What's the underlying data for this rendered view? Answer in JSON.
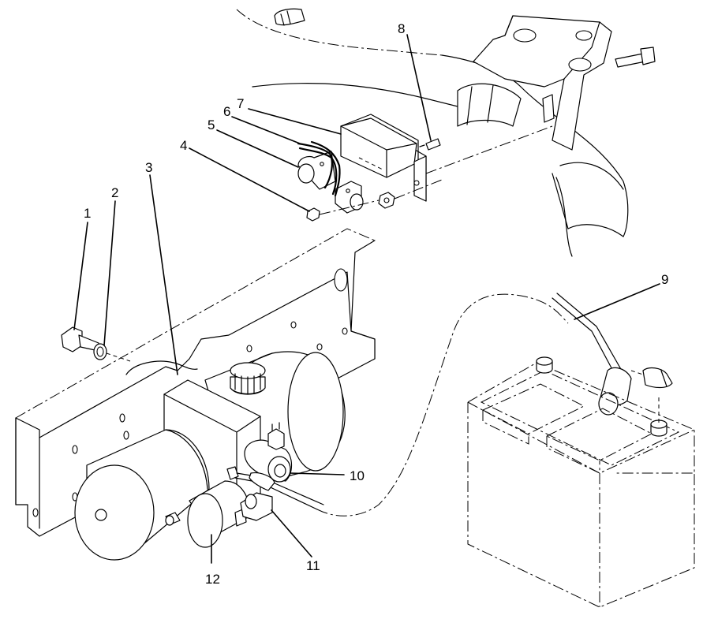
{
  "callouts": [
    {
      "id": "1",
      "label": "1"
    },
    {
      "id": "2",
      "label": "2"
    },
    {
      "id": "3",
      "label": "3"
    },
    {
      "id": "4",
      "label": "4"
    },
    {
      "id": "5",
      "label": "5"
    },
    {
      "id": "6",
      "label": "6"
    },
    {
      "id": "7",
      "label": "7"
    },
    {
      "id": "8",
      "label": "8"
    },
    {
      "id": "9",
      "label": "9"
    },
    {
      "id": "10",
      "label": "10"
    },
    {
      "id": "11",
      "label": "11"
    },
    {
      "id": "12",
      "label": "12"
    }
  ],
  "colors": {
    "ink": "#000000",
    "paper": "#ffffff"
  }
}
